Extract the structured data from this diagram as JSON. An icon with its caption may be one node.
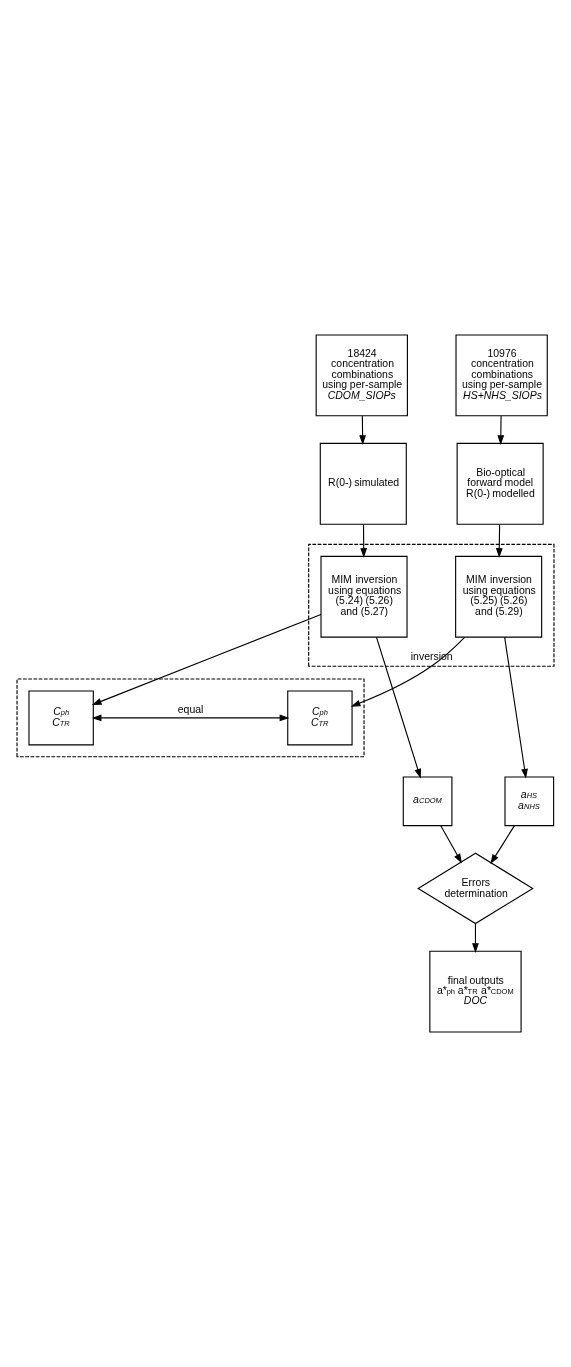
{
  "diagram": {
    "nodes": [
      {
        "text": [
          "18424 concentration combinations using per-sample *CDOM_SIOPs*"
        ]
      },
      {
        "text": [
          "10976 concentration combinations using per-sample *HS+NHS_SIOPs*"
        ]
      },
      {
        "text": [
          "R(0-) simulated"
        ]
      },
      {
        "text": [
          "Bio-optical forward model R(0-) modelled"
        ]
      },
      {
        "text": [
          "inversion"
        ]
      },
      {
        "text": [
          "MIM inversion using equations (5.24) (5.26) and (5.27)"
        ],
        "in": 4
      },
      {
        "text": [
          "MIM inversion using equations (5.25) (5.26) and (5.29)"
        ],
        "in": 4
      },
      {
        "text": [],
        "shape": "box"
      },
      {
        "text": [
          "*C$_{ph}$*",
          "*C$_{TR}$*"
        ],
        "in": 7
      },
      {
        "text": [
          "*C$_{ph}$*",
          "*C$_{TR}$*"
        ],
        "in": 7
      },
      {
        "text": [
          "*a$_{CDOM}$*"
        ]
      },
      {
        "text": [
          "*a$_{HS}$*",
          "*a$_{NHS}$*"
        ]
      },
      {
        "text": [
          "Errors determination"
        ]
      },
      {
        "text": [
          "final outputs",
          "a*$_{ph}$ a*$_{TR}$ a*$_{CDOM}$",
          "*DOC*"
        ]
      }
    ],
    "edges": [
      {
        "from": 0,
        "to": 2,
        "arrow": "to"
      },
      {
        "from": 1,
        "to": 3,
        "arrow": "to"
      },
      {
        "from": 2,
        "to": 5,
        "arrow": "to"
      },
      {
        "from": 3,
        "to": 6,
        "arrow": "to"
      },
      {
        "from": 5,
        "to": 8,
        "arrow": "to"
      },
      {
        "from": 6,
        "to": 9,
        "arrow": "to"
      },
      {
        "from": 8,
        "to": 9,
        "arrow": "both",
        "label": "equal"
      },
      {
        "from": 5,
        "to": 10,
        "arrow": "to"
      },
      {
        "from": 6,
        "to": 11,
        "arrow": "to"
      },
      {
        "from": 10,
        "to": 12,
        "arrow": "to"
      },
      {
        "from": 11,
        "to": 12,
        "arrow": "to"
      },
      {
        "from": 12,
        "to": 13,
        "arrow": "to"
      }
    ]
  }
}
